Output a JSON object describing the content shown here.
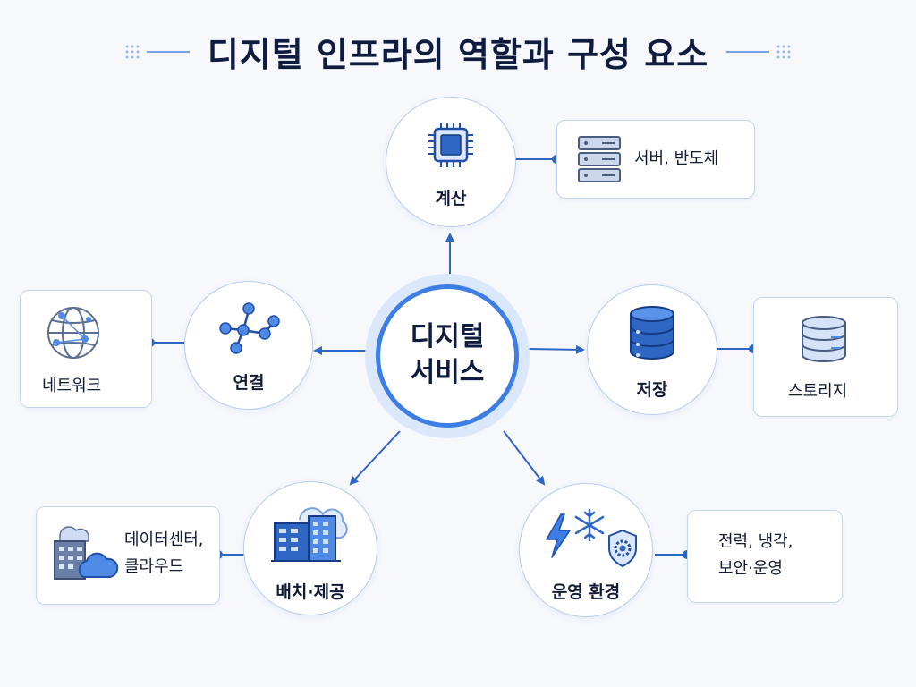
{
  "title": "디지털 인프라의 역할과 구성 요소",
  "center": {
    "line1": "디지털",
    "line2": "서비스"
  },
  "nodes": {
    "compute": {
      "label": "계산"
    },
    "connect": {
      "label": "연결"
    },
    "storage": {
      "label": "저장"
    },
    "deploy": {
      "label": "배치·제공"
    },
    "operate": {
      "label": "운영 환경"
    }
  },
  "cards": {
    "compute": {
      "text": "서버, 반도체"
    },
    "connect": {
      "text": "네트워크"
    },
    "storage": {
      "text": "스토리지"
    },
    "deploy": {
      "line1": "데이터센터,",
      "line2": "클라우드"
    },
    "operate": {
      "line1": "전력, 냉각,",
      "line2": "보안·운영"
    }
  },
  "colors": {
    "accent": "#3d7ee6",
    "line": "#2f66c4",
    "dark": "#0f1c3f"
  }
}
